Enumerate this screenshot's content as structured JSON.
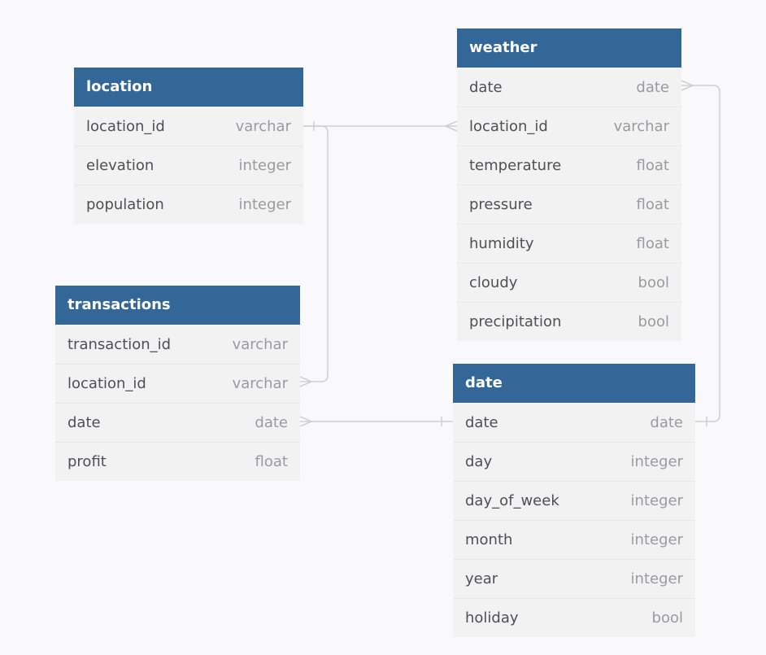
{
  "tables": {
    "location": {
      "name": "location",
      "fields": [
        {
          "name": "location_id",
          "type": "varchar"
        },
        {
          "name": "elevation",
          "type": "integer"
        },
        {
          "name": "population",
          "type": "integer"
        }
      ]
    },
    "weather": {
      "name": "weather",
      "fields": [
        {
          "name": "date",
          "type": "date"
        },
        {
          "name": "location_id",
          "type": "varchar"
        },
        {
          "name": "temperature",
          "type": "float"
        },
        {
          "name": "pressure",
          "type": "float"
        },
        {
          "name": "humidity",
          "type": "float"
        },
        {
          "name": "cloudy",
          "type": "bool"
        },
        {
          "name": "precipitation",
          "type": "bool"
        }
      ]
    },
    "transactions": {
      "name": "transactions",
      "fields": [
        {
          "name": "transaction_id",
          "type": "varchar"
        },
        {
          "name": "location_id",
          "type": "varchar"
        },
        {
          "name": "date",
          "type": "date"
        },
        {
          "name": "profit",
          "type": "float"
        }
      ]
    },
    "date": {
      "name": "date",
      "fields": [
        {
          "name": "date",
          "type": "date"
        },
        {
          "name": "day",
          "type": "integer"
        },
        {
          "name": "day_of_week",
          "type": "integer"
        },
        {
          "name": "month",
          "type": "integer"
        },
        {
          "name": "year",
          "type": "integer"
        },
        {
          "name": "holiday",
          "type": "bool"
        }
      ]
    }
  },
  "relationships": [
    {
      "from": "location.location_id",
      "to": "weather.location_id",
      "from_card": "one",
      "to_card": "many"
    },
    {
      "from": "location.location_id",
      "to": "transactions.location_id",
      "from_card": "one",
      "to_card": "many"
    },
    {
      "from": "date.date",
      "to": "transactions.date",
      "from_card": "one",
      "to_card": "many"
    },
    {
      "from": "date.date",
      "to": "weather.date",
      "from_card": "one",
      "to_card": "many"
    }
  ],
  "colors": {
    "header_bg": "#326797",
    "header_text": "#ffffff",
    "body_bg": "#f2f2f3",
    "field_text": "#4f4f55",
    "type_text": "#9a9aa0",
    "link_line": "#cfcfd3",
    "canvas_bg": "#f9f9fb"
  }
}
